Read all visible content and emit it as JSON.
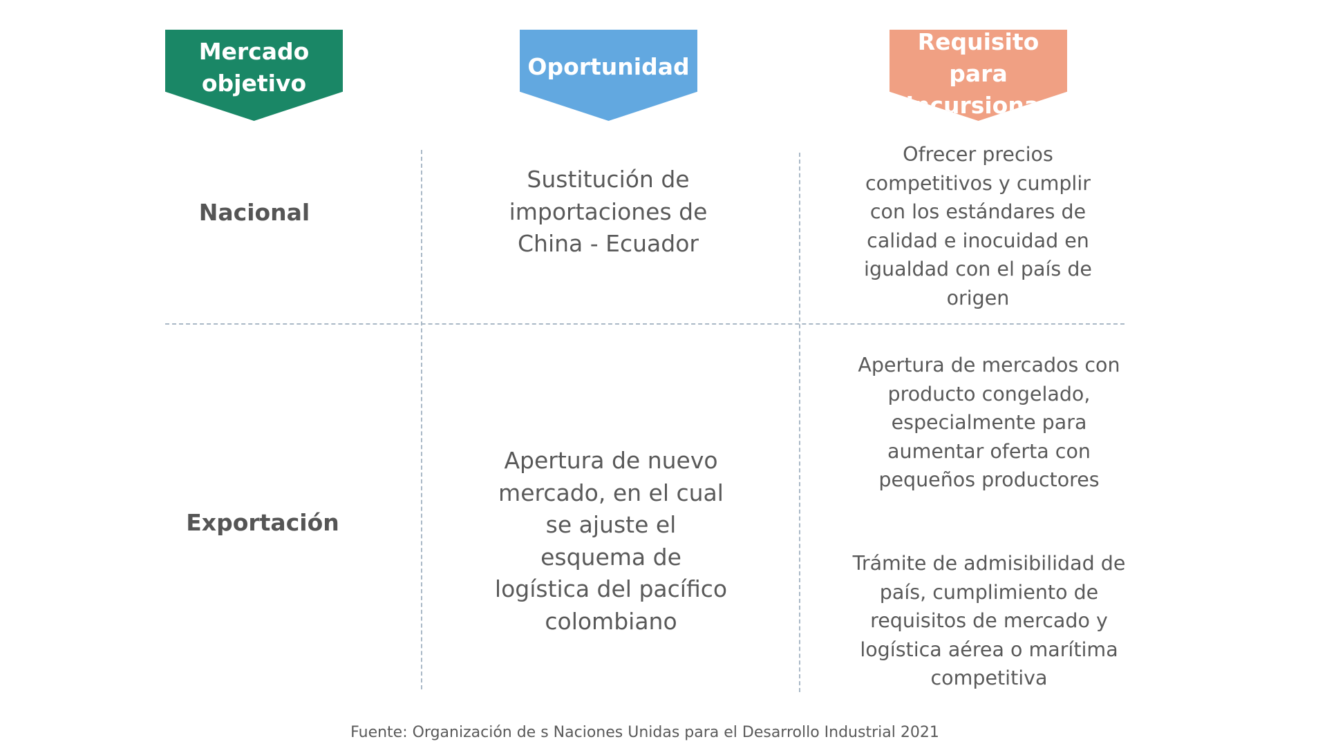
{
  "headers": [
    {
      "label": "Mercado objetivo",
      "color": "#1a8766"
    },
    {
      "label": "Oportunidad",
      "color": "#62a8e0"
    },
    {
      "label": "Requisito para incursionar",
      "color": "#f0a083"
    }
  ],
  "rows": [
    {
      "market": "Nacional",
      "opportunity": "Sustitución de importaciones de China - Ecuador",
      "requirements": [
        "Ofrecer precios competitivos y cumplir con los estándares de calidad e inocuidad en igualdad con el país de origen"
      ]
    },
    {
      "market": "Exportación",
      "opportunity": "Apertura de nuevo mercado, en el cual se ajuste el esquema de logística del pacífico colombiano",
      "requirements": [
        "Apertura de mercados con producto congelado, especialmente para aumentar oferta con pequeños productores",
        "Trámite de admisibilidad de país, cumplimiento de requisitos de mercado y logística aérea o marítima competitiva"
      ]
    }
  ],
  "footer": "Fuente: Organización de s Naciones Unidas para el Desarrollo Industrial 2021"
}
